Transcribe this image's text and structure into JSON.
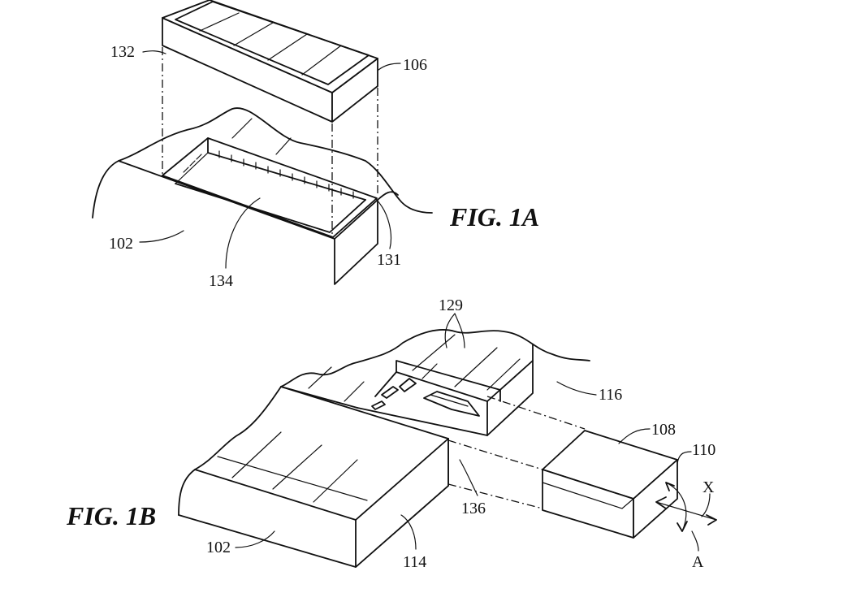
{
  "figure_1a": {
    "title": "FIG. 1A",
    "labels": {
      "l132": "132",
      "l106": "106",
      "l102": "102",
      "l134": "134",
      "l131": "131"
    }
  },
  "figure_1b": {
    "title": "FIG. 1B",
    "labels": {
      "l129": "129",
      "l116": "116",
      "l108": "108",
      "l110": "110",
      "lX": "X",
      "l136": "136",
      "l102": "102",
      "l114": "114",
      "lA": "A"
    }
  }
}
